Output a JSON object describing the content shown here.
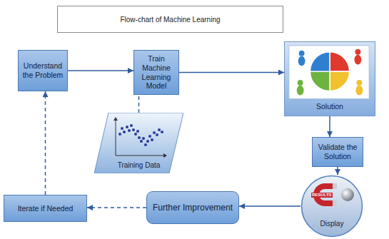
{
  "diagram": {
    "title": "Flow-chart of Machine Learning",
    "nodes": [
      {
        "text": [
          "Understand the Problem"
        ]
      },
      {
        "text": [
          "Train Machine Learning Model"
        ]
      },
      {
        "text": [
          "Training Data"
        ]
      },
      {
        "text": [
          "Solution"
        ]
      },
      {
        "text": [
          "Validate the Solution"
        ]
      },
      {
        "text": [
          "Display"
        ]
      },
      {
        "text": [
          "Further Improvement"
        ]
      },
      {
        "text": [
          "Iterate if Needed"
        ]
      }
    ],
    "edges": [
      {
        "from": 0,
        "to": 1,
        "arrow": "to"
      },
      {
        "from": 2,
        "to": 1,
        "arrow": "none"
      },
      {
        "from": 1,
        "to": 3,
        "arrow": "to"
      },
      {
        "from": 3,
        "to": 4,
        "arrow": "to"
      },
      {
        "from": 4,
        "to": 5,
        "arrow": "to"
      },
      {
        "from": 5,
        "to": 6,
        "arrow": "to"
      },
      {
        "from": 6,
        "to": 7,
        "arrow": "to"
      },
      {
        "from": 7,
        "to": 0,
        "arrow": "to"
      }
    ],
    "labels": [
      "RESULTS"
    ]
  }
}
